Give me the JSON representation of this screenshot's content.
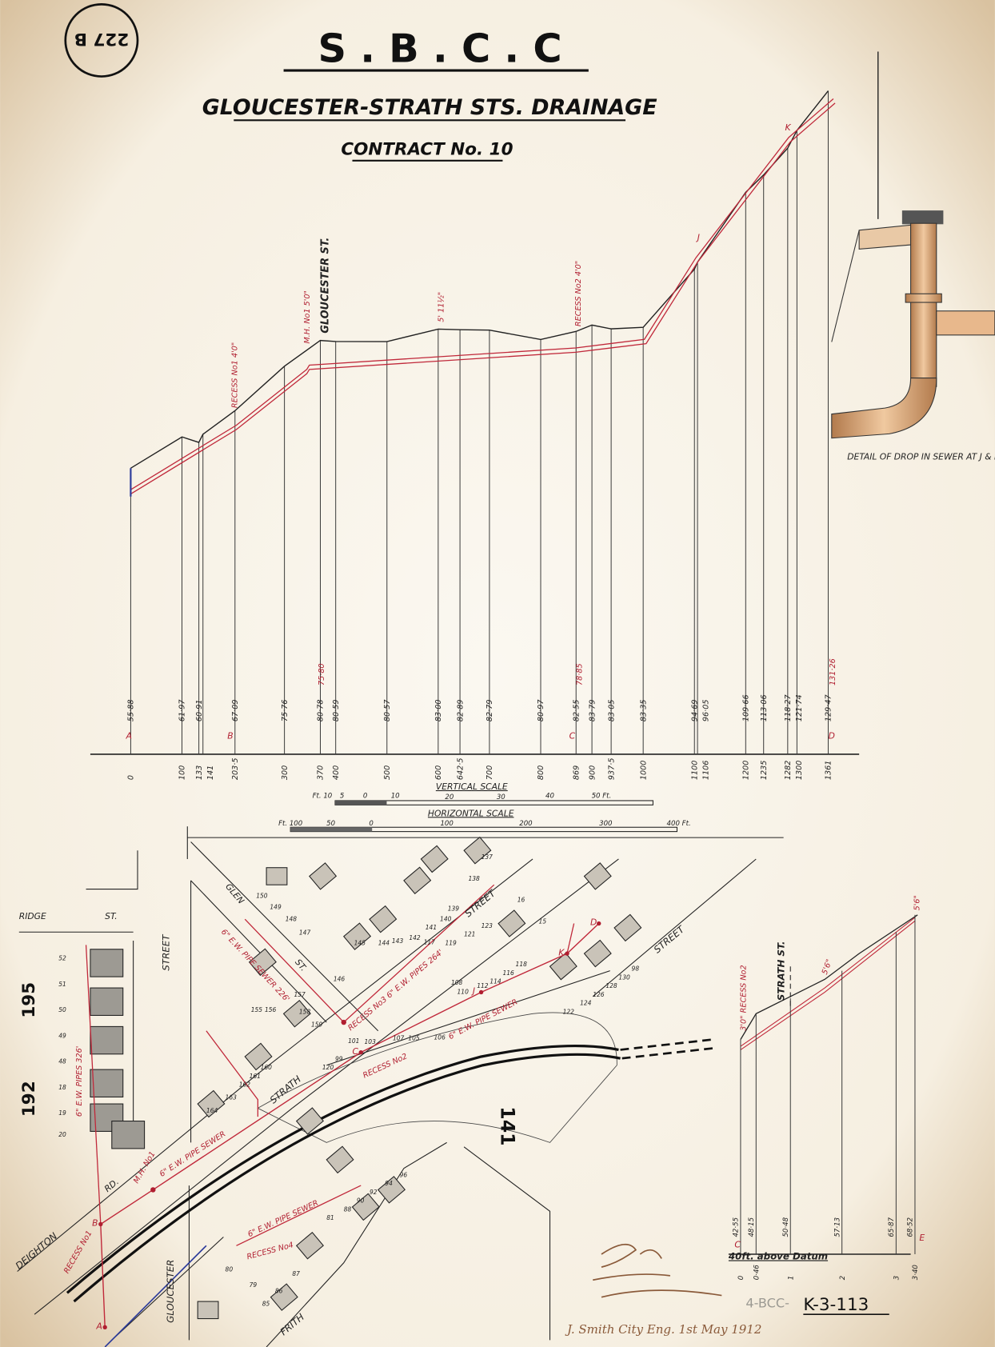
{
  "sheet_number": "227 B",
  "header": {
    "org": "S . B . C . C",
    "title": "GLOUCESTER-STRATH STS. DRAINAGE",
    "contract": "CONTRACT No. 10"
  },
  "profile": {
    "station_letters": [
      "A",
      "B",
      "C",
      "D"
    ],
    "stations": [
      {
        "chainage": "0",
        "level": "55·88",
        "ch": 0,
        "lv": 55.88
      },
      {
        "chainage": "100",
        "level": "61·97",
        "ch": 100,
        "lv": 61.97
      },
      {
        "chainage": "133",
        "level": "60·91",
        "ch": 133,
        "lv": 60.91
      },
      {
        "chainage": "141",
        "level": "",
        "ch": 141,
        "lv": 62.5
      },
      {
        "chainage": "203·5",
        "level": "67·09",
        "ch": 203.5,
        "lv": 67.09
      },
      {
        "chainage": "300",
        "level": "75·76",
        "ch": 300,
        "lv": 75.76
      },
      {
        "chainage": "370",
        "level": "80·78",
        "ch": 370,
        "lv": 80.78
      },
      {
        "chainage": "400",
        "level": "80·59",
        "ch": 400,
        "lv": 80.59
      },
      {
        "chainage": "500",
        "level": "80·57",
        "ch": 500,
        "lv": 80.57
      },
      {
        "chainage": "600",
        "level": "83·00",
        "ch": 600,
        "lv": 83.0
      },
      {
        "chainage": "642·5",
        "level": "82·89",
        "ch": 642.5,
        "lv": 82.89
      },
      {
        "chainage": "700",
        "level": "82·79",
        "ch": 700,
        "lv": 82.79
      },
      {
        "chainage": "800",
        "level": "80·97",
        "ch": 800,
        "lv": 80.97
      },
      {
        "chainage": "869",
        "level": "82·55",
        "ch": 869,
        "lv": 82.55
      },
      {
        "chainage": "900",
        "level": "83·79",
        "ch": 900,
        "lv": 83.79
      },
      {
        "chainage": "937·5",
        "level": "83·05",
        "ch": 937.5,
        "lv": 83.05
      },
      {
        "chainage": "1000",
        "level": "83·35",
        "ch": 1000,
        "lv": 83.35
      },
      {
        "chainage": "1100",
        "level": "94·69",
        "ch": 1100,
        "lv": 94.69
      },
      {
        "chainage": "1106",
        "level": "96·05",
        "ch": 1106,
        "lv": 96.05
      },
      {
        "chainage": "1200",
        "level": "109·66",
        "ch": 1200,
        "lv": 109.66
      },
      {
        "chainage": "1235",
        "level": "113·06",
        "ch": 1235,
        "lv": 113.06
      },
      {
        "chainage": "1282",
        "level": "118·27",
        "ch": 1282,
        "lv": 118.27
      },
      {
        "chainage": "1300",
        "level": "121·74",
        "ch": 1300,
        "lv": 121.74
      },
      {
        "chainage": "1361",
        "level": "129·47",
        "ch": 1361,
        "lv": 129.47
      }
    ],
    "red_levels": [
      "75·80",
      "78·85",
      "131·26"
    ],
    "annotations": {
      "recess1": "RECESS No1 4'0\"",
      "mh1": "M.H. No1 5'0\"",
      "gloucester": "GLOUCESTER ST.",
      "mid_depth": "5' 11½\"",
      "recess2": "RECESS No2 4'0\"",
      "j": "J",
      "k": "K"
    },
    "vertical_scale": {
      "label": "VERTICAL SCALE",
      "ticks": [
        "Ft. 10",
        "5",
        "0",
        "10",
        "20",
        "30",
        "40",
        "50 Ft."
      ]
    },
    "horizontal_scale": {
      "label": "HORIZONTAL SCALE",
      "ticks": [
        "Ft. 100",
        "50",
        "0",
        "100",
        "200",
        "300",
        "400 Ft."
      ]
    }
  },
  "detail": {
    "caption": "DETAIL OF DROP IN SEWER AT J & K"
  },
  "plan": {
    "streets": {
      "ridge": "RIDGE",
      "ridge_st": "ST.",
      "street_left": "STREET",
      "glen": "GLEN",
      "glen_st": "ST.",
      "strath": "STRATH",
      "street_mid": "STREET",
      "street_right": "STREET",
      "deighton": "DEIGHTON",
      "rd": "RD.",
      "gloucester": "GLOUCESTER",
      "frith": "FRITH"
    },
    "block_numbers": [
      "195",
      "192",
      "141"
    ],
    "sewer_labels": {
      "left": "6\" E.W. PIPES 326'",
      "glen": "6\" E.W. PIPE SEWER 226'",
      "recess3": "RECESS No3 6\" E.W. PIPES 264'",
      "strath_upper": "6\" E.W. PIPE SEWER",
      "strath_lower": "6\" E.W. PIPE SEWER",
      "frith": "6\" E.W. PIPE SEWER",
      "mh1": "M.H. No1",
      "recess1": "RECESS No1",
      "recess2": "RECESS No2",
      "recess4": "RECESS No4"
    },
    "points": [
      "A",
      "B",
      "C",
      "J",
      "K",
      "D"
    ],
    "lot_numbers": [
      "52",
      "51",
      "50",
      "49",
      "48",
      "18",
      "19",
      "20",
      "150",
      "149",
      "148",
      "147",
      "146",
      "145",
      "144",
      "143",
      "142",
      "141",
      "140",
      "139",
      "138",
      "137",
      "155",
      "156",
      "157",
      "158",
      "159",
      "160",
      "161",
      "162",
      "163",
      "164",
      "117",
      "119",
      "121",
      "123",
      "16",
      "15",
      "118",
      "116",
      "114",
      "112",
      "110",
      "108",
      "106",
      "105",
      "107",
      "103",
      "101",
      "99",
      "120",
      "122",
      "124",
      "126",
      "128",
      "130",
      "98",
      "96",
      "94",
      "92",
      "90",
      "88",
      "81",
      "80",
      "79",
      "85",
      "86",
      "87"
    ]
  },
  "side_profile": {
    "annotations": {
      "recess2": "3'0\" RECESS No2",
      "strath": "STRATH ST.",
      "depth": "5'6\"",
      "top": "5'6\""
    },
    "levels": [
      "42·55",
      "48·15",
      "50·48",
      "57·13",
      "65·87",
      "68·52"
    ],
    "chainages": [
      "0",
      "0·46",
      "1",
      "2",
      "3",
      "3·40"
    ],
    "letters": [
      "C",
      "E"
    ],
    "datum": "40ft. above Datum"
  },
  "signature": {
    "text": "J. Smith City Eng. 1st May 1912"
  },
  "reference": {
    "stamp": "4-BCC-",
    "code": "K-3-113"
  }
}
